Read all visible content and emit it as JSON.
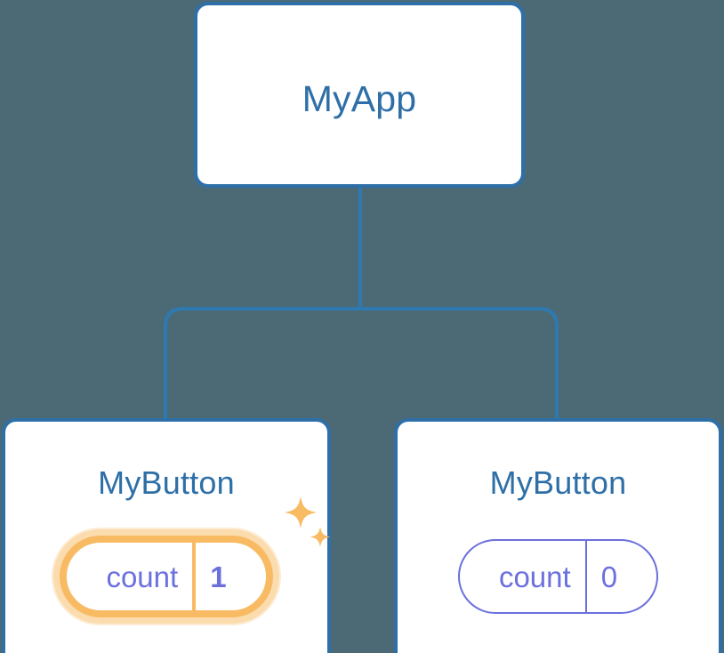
{
  "theme": {
    "background": "#4c6a76",
    "card_background": "#ffffff",
    "card_border": "#2e6fa7",
    "title_color": "#2e6fa7",
    "state_color": "#6b70dd",
    "highlight_color": "#f8bb63",
    "highlight_glow": "#fbdcaf",
    "connector_color": "#2e7ab0"
  },
  "tree": {
    "root": {
      "title": "MyApp"
    },
    "children": [
      {
        "title": "MyButton",
        "state": {
          "key": "count",
          "value": "1"
        },
        "highlighted": true,
        "sparkles": true
      },
      {
        "title": "MyButton",
        "state": {
          "key": "count",
          "value": "0"
        },
        "highlighted": false,
        "sparkles": false
      }
    ]
  }
}
